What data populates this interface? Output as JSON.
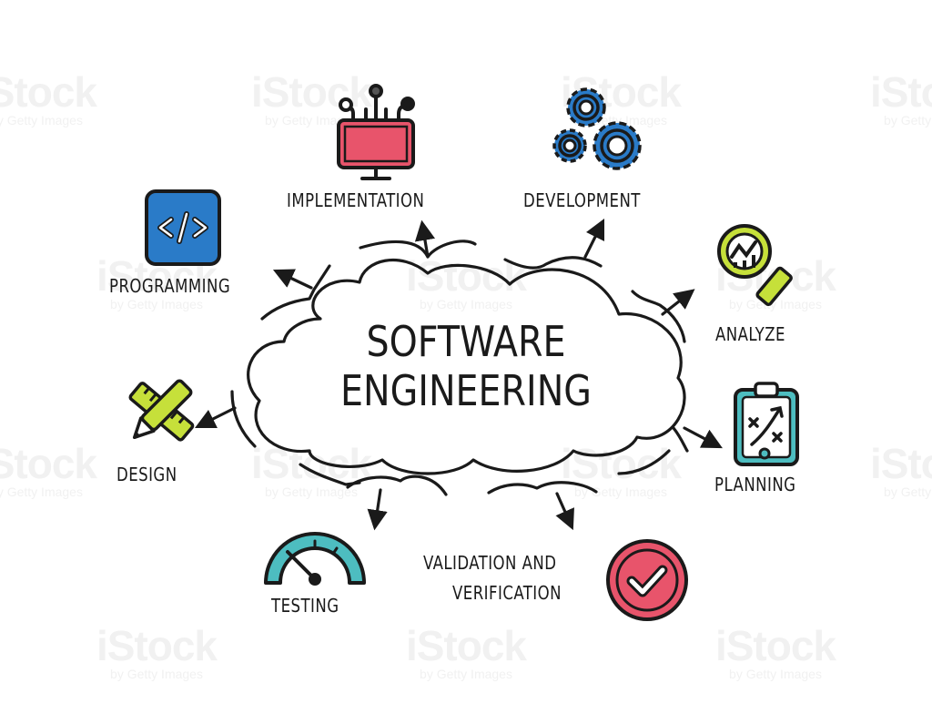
{
  "diagram": {
    "center": {
      "line1": "SOFTWARE",
      "line2": "ENGINEERING"
    },
    "nodes": [
      {
        "id": "implementation",
        "label": "IMPLEMENTATION",
        "icon": "monitor-circuit-icon",
        "color": "#e8546b"
      },
      {
        "id": "development",
        "label": "DEVELOPMENT",
        "icon": "gears-icon",
        "color": "#2a7bc8"
      },
      {
        "id": "programming",
        "label": "PROGRAMMING",
        "icon": "code-tag-icon",
        "color": "#2a7bc8"
      },
      {
        "id": "analyze",
        "label": "ANALYZE",
        "icon": "magnifier-chart-icon",
        "color": "#c6e03a"
      },
      {
        "id": "planning",
        "label": "PLANNING",
        "icon": "clipboard-strategy-icon",
        "color": "#4dbdc0"
      },
      {
        "id": "design",
        "label": "DESIGN",
        "icon": "pencil-ruler-icon",
        "color": "#c6e03a"
      },
      {
        "id": "testing",
        "label": "TESTING",
        "icon": "gauge-icon",
        "color": "#4dbdc0"
      },
      {
        "id": "validation",
        "label_line1": "VALIDATION AND",
        "label_line2": "VERIFICATION",
        "icon": "checkmark-circle-icon",
        "color": "#e8546b"
      }
    ]
  },
  "watermark": {
    "brand": "iStock",
    "tagline": "by Getty Images"
  },
  "colors": {
    "ink": "#1a1a1a",
    "red": "#e8546b",
    "blue": "#2a7bc8",
    "lime": "#c6e03a",
    "teal": "#4dbdc0"
  }
}
